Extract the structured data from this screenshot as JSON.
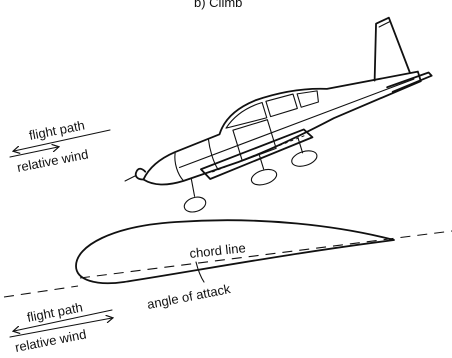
{
  "header": {
    "caption_fragment": "b) Climb"
  },
  "aircraft_view": {
    "flight_path_label": "flight path",
    "relative_wind_label": "relative wind"
  },
  "airfoil_view": {
    "chord_line_label": "chord line",
    "angle_of_attack_label": "angle of attack",
    "flight_path_label": "flight path",
    "relative_wind_label": "relative wind"
  }
}
